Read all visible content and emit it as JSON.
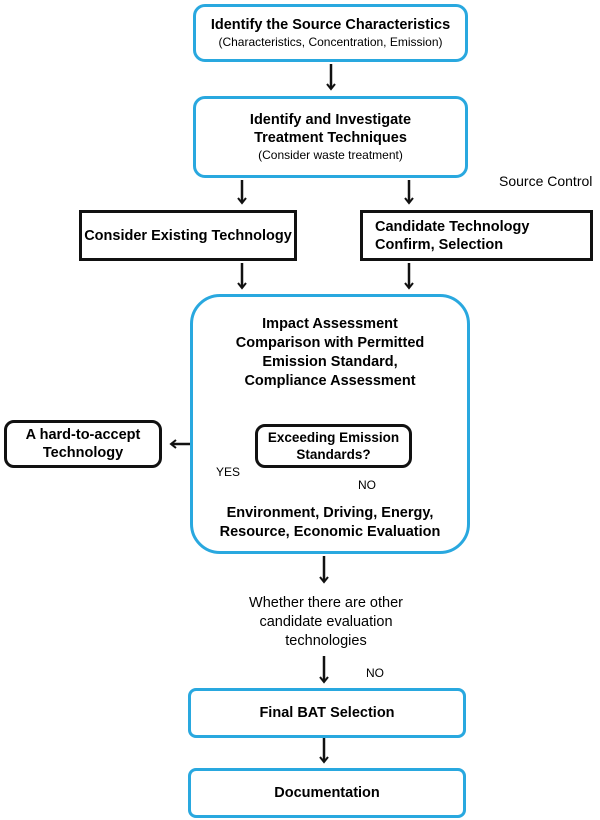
{
  "nodes": {
    "source_title": "Identify the Source Characteristics",
    "source_sub": "(Characteristics, Concentration, Emission)",
    "treat_title": "Identify and Investigate Treatment Techniques",
    "treat_sub": "(Consider waste treatment)",
    "existing": "Consider Existing Technology",
    "candidate": "Candidate Technology Confirm, Selection",
    "impact": "Impact Assessment Comparison with Permitted Emission Standard, Compliance Assessment",
    "exceeding": "Exceeding Emission Standards?",
    "hard": "A hard-to-accept Technology",
    "evaluation": "Environment, Driving, Energy, Resource, Economic Evaluation",
    "whether": "Whether there are other candidate evaluation technologies",
    "final": "Final BAT Selection",
    "documentation": "Documentation"
  },
  "labels": {
    "source_control": "Source Control",
    "yes": "YES",
    "no_1": "NO",
    "no_2": "NO"
  },
  "colors": {
    "box_border_blue": "#29a8df",
    "box_border_black": "#111111"
  }
}
